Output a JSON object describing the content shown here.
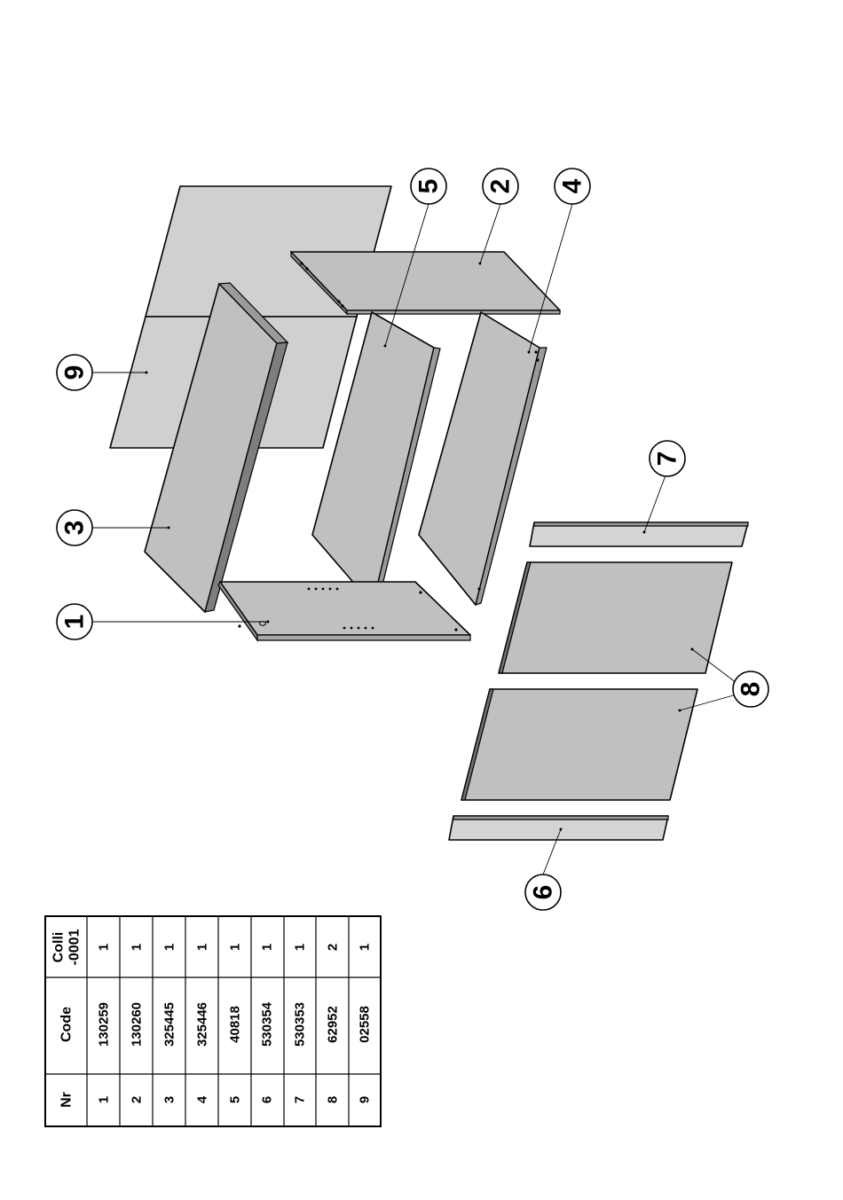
{
  "callouts": [
    "1",
    "2",
    "3",
    "4",
    "5",
    "6",
    "7",
    "8",
    "9"
  ],
  "parts_table": {
    "headers": {
      "nr": "Nr",
      "code": "Code",
      "colli_line1": "Colli",
      "colli_line2": "-0001"
    },
    "rows": [
      {
        "nr": "1",
        "code": "130259",
        "colli": "1"
      },
      {
        "nr": "2",
        "code": "130260",
        "colli": "1"
      },
      {
        "nr": "3",
        "code": "325445",
        "colli": "1"
      },
      {
        "nr": "4",
        "code": "325446",
        "colli": "1"
      },
      {
        "nr": "5",
        "code": "40818",
        "colli": "1"
      },
      {
        "nr": "6",
        "code": "530354",
        "colli": "1"
      },
      {
        "nr": "7",
        "code": "530353",
        "colli": "1"
      },
      {
        "nr": "8",
        "code": "62952",
        "colli": "2"
      },
      {
        "nr": "9",
        "code": "02558",
        "colli": "1"
      }
    ]
  },
  "colors": {
    "panel": "#c0c0c0",
    "panel_light": "#d4d4d4",
    "panel_dark": "#8c8c8c",
    "back": "#d0d0d0"
  }
}
